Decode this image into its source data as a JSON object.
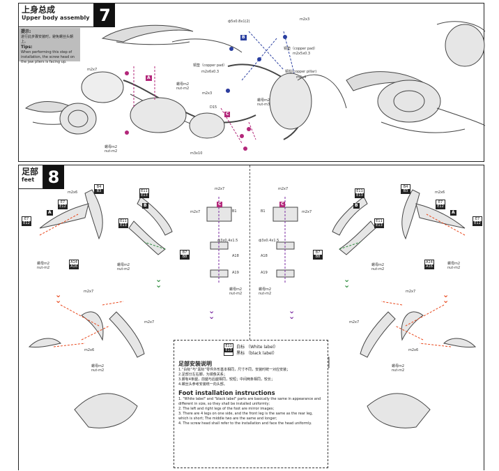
{
  "step7": {
    "title_cn": "上身总成",
    "title_en": "Upper body assembly",
    "number": "7",
    "tips": {
      "cn_label": "提示:",
      "cn_text": "进行此步骤安装时，避免螺丝头朝上。",
      "en_label": "Tips:",
      "en_text": "When performing this step of installation, the screw head on the jaw pliers is facing up."
    },
    "labels": {
      "m2x7": "m2x7",
      "nut1": "螺母m2",
      "nut1_en": "nut-m2",
      "nut2": "螺母m2",
      "nut2_en": "nut-m2",
      "shaft": "ф5x0.8x1(2)",
      "m2x3_top": "m2x3",
      "copper_pad": "铜垫（copper pad）",
      "copper_pad_size": "m2x5x0.3",
      "copper_pad2": "铜垫（copper pad）",
      "copper_pad2_size": "m2x6x0.3",
      "copper_pillar": "铜柱(copper pillar)",
      "copper_pillar_size": "m2x4",
      "m2x3": "m2x3",
      "d15": "D15",
      "nut3": "螺母m2",
      "nut3_en": "nut-m3",
      "m3x10": "m3x10",
      "tag_a": "A",
      "tag_b": "B",
      "tag_c": "C"
    }
  },
  "step8": {
    "title_cn": "足部",
    "title_en": "feet",
    "number": "8",
    "labels": {
      "m2x6": "m2x6",
      "m2x7": "m2x7",
      "b1": "B1",
      "phi": "ф3x0.4x1.5",
      "a18": "A18",
      "a19": "A19",
      "nut": "螺母m2",
      "nut_en": "nut-m2",
      "tag_a": "A",
      "tag_b": "B",
      "tag_c": "C",
      "b4": "B4",
      "b3": "B3",
      "e11": "E11",
      "e13": "E13",
      "e7": "E7",
      "e12": "E12",
      "a14": "A14",
      "a16": "A16",
      "b7": "B7",
      "b8": "B8"
    },
    "legend": {
      "white_code": "E11",
      "white_label": "白标 （White label）",
      "black_code": "E13",
      "black_label": "黑标 （black label）"
    },
    "instructions_cn_title": "足部安装说明",
    "instructions_cn": [
      "1.“白标”与“黑标”零件外形基本相同，尺寸不同，安装时统一对应安装；",
      "2.足部分左右脚，为镜像关系；",
      "3.脚有4条腿，前腿与后腿相同，较短；中间两条相同，较长；",
      "4.螺丝头参考安装统一向头部。"
    ],
    "instructions_en_title": "Foot installation instructions",
    "instructions_en": [
      "1. \"White label\" and \"black label\" parts are basically the same in appearance and different in size, so they shall be installed uniformly;",
      "2. The left and right legs of the foot are mirror images;",
      "3. There are 4 legs on one side, and the front leg is the same as the rear leg, which is short; The middle two are the same and longer;",
      "4. The screw head shall refer to the installation and face the head uniformly."
    ]
  }
}
